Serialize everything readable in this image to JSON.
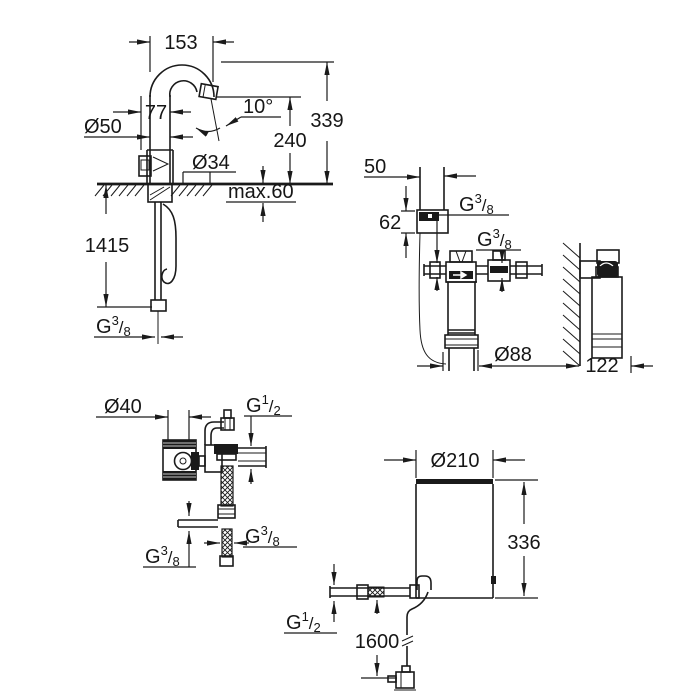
{
  "colors": {
    "background": "#ffffff",
    "line": "#1a1a1a"
  },
  "labels": {
    "faucet": {
      "spout_reach": "153",
      "body_width": "77",
      "base_diameter": "Ø50",
      "spout_angle": "10°",
      "outlet_height": "240",
      "overall_height": "339",
      "hole_diameter": "Ø34",
      "max_deck_thickness": "max.60",
      "supply_hose_length": "1415"
    },
    "filter_unit": {
      "sensor_width": "50",
      "sensor_height": "62",
      "cartridge_diameter": "Ø88",
      "wall_depth": "122"
    },
    "safety_valve": {
      "escutcheon_diameter": "Ø40"
    },
    "boiler": {
      "diameter": "Ø210",
      "height": "336",
      "cable_length": "1600"
    },
    "threads": {
      "faucet_supply": {
        "prefix": "G",
        "numerator": "3",
        "denominator": "8"
      },
      "filter_inlet": {
        "prefix": "G",
        "numerator": "3",
        "denominator": "8"
      },
      "filter_outlet": {
        "prefix": "G",
        "numerator": "3",
        "denominator": "8"
      },
      "valve_top": {
        "prefix": "G",
        "numerator": "1",
        "denominator": "2"
      },
      "valve_branch_bottom": {
        "prefix": "G",
        "numerator": "3",
        "denominator": "8"
      },
      "valve_branch_side": {
        "prefix": "G",
        "numerator": "3",
        "denominator": "8"
      },
      "boiler_inlet": {
        "prefix": "G",
        "numerator": "1",
        "denominator": "2"
      }
    },
    "symbols": {
      "fraction_slash": "/"
    }
  }
}
